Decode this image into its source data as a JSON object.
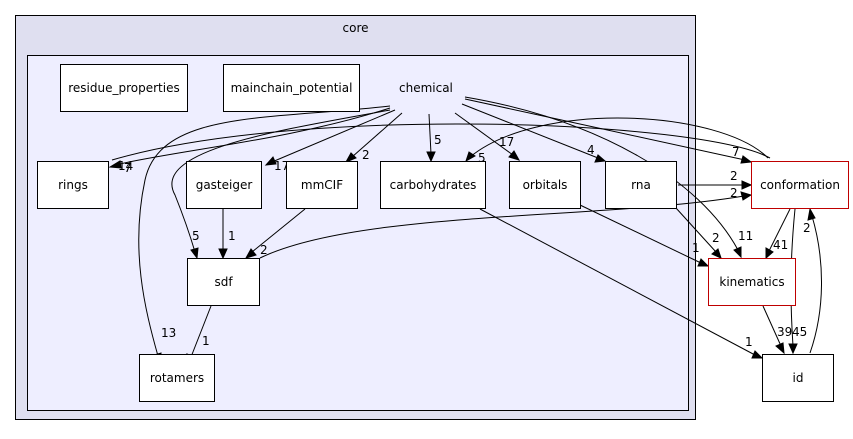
{
  "cluster": {
    "outer_label": "core"
  },
  "nodes": {
    "residue_properties": "residue_properties",
    "mainchain_potential": "mainchain_potential",
    "chemical": "chemical",
    "rings": "rings",
    "gasteiger": "gasteiger",
    "mmcif": "mmCIF",
    "carbohydrates": "carbohydrates",
    "orbitals": "orbitals",
    "rna": "rna",
    "sdf": "sdf",
    "rotamers": "rotamers",
    "conformation": "conformation",
    "kinematics": "kinematics",
    "id": "id"
  },
  "edge_labels": {
    "chemical_rings": "14",
    "conformation_rings": "7",
    "chemical_gasteiger": "17",
    "chemical_mmcif": "2",
    "chemical_carbohydrates": "5",
    "conformation_carbohydrates": "5",
    "chemical_orbitals": "17",
    "chemical_rna": "4",
    "chemical_conformation": "7",
    "chemical_kinematics": "11",
    "chemical_sdf": "5",
    "chemical_rotamers": "13",
    "gasteiger_sdf": "1",
    "mmcif_sdf": "2",
    "sdf_rotamers": "1",
    "rna_conformation": "2",
    "sdf_conformation": "2",
    "rna_kinematics": "2",
    "orbitals_kinematics": "1",
    "conformation_kinematics": "41",
    "kinematics_id": "39",
    "conformation_id": "45",
    "carbohydrates_id": "1",
    "id_conformation": "2"
  }
}
